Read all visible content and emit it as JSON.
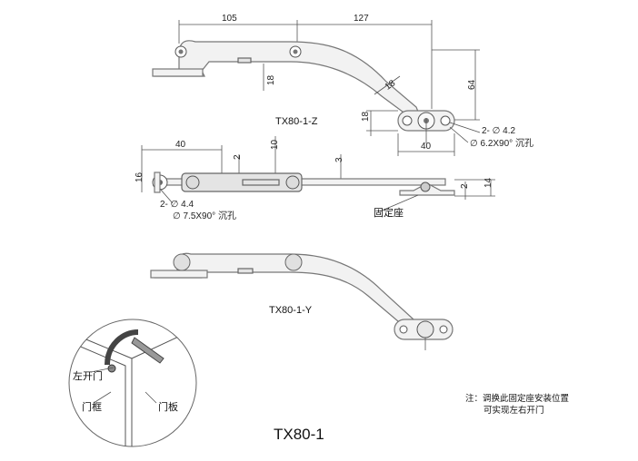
{
  "top_view": {
    "dim_left": "105",
    "dim_right": "127",
    "dim_height": "64",
    "dim_thickness_left": "18",
    "dim_thickness_mid": "18",
    "dim_thickness_bottom": "18",
    "dim_base": "40",
    "holes_note": "2- ∅ 4.2",
    "countersink_note": "∅ 6.2X90° 沉孔",
    "model_label": "TX80-1-Z"
  },
  "side_view": {
    "dim_top": "40",
    "dim_10": "10",
    "dim_2": "2",
    "dim_3": "3",
    "dim_16": "16",
    "dim_14": "14",
    "dim_2b": "2",
    "holes_note": "2- ∅ 4.4",
    "countersink_note": "∅ 7.5X90° 沉孔",
    "mount_label": "固定座"
  },
  "bottom_view": {
    "model_label": "TX80-1-Y"
  },
  "detail": {
    "left_door_label": "左开门",
    "frame_label": "门框",
    "panel_label": "门板"
  },
  "note": {
    "line1": "注：调换此固定座安装位置",
    "line2": "可实现左右开门"
  },
  "title": "TX80-1"
}
